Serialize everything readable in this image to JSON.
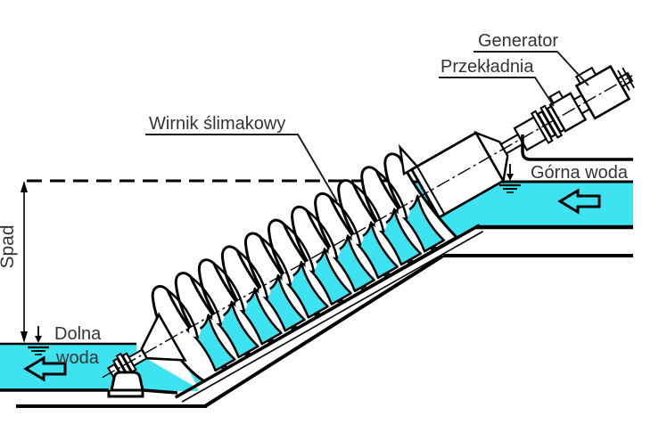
{
  "diagram": {
    "type": "technical-schematic",
    "subject": "Archimedes screw hydropower turbine (side view)",
    "labels": {
      "generator": "Generator",
      "gearbox": "Przekładnia",
      "screw_rotor": "Wirnik ślimakowy",
      "upper_water": "Górna woda",
      "lower_water_line1": "Dolna",
      "lower_water_line2": "woda",
      "head": "Spad"
    },
    "icons": {
      "flow_arrow_upper": "left-block-arrow",
      "flow_arrow_lower": "left-block-arrow",
      "water_level_symbol": "inverted-level-mark"
    },
    "colors": {
      "water": "#3DE3F0",
      "line": "#000000",
      "text": "#333333"
    }
  }
}
